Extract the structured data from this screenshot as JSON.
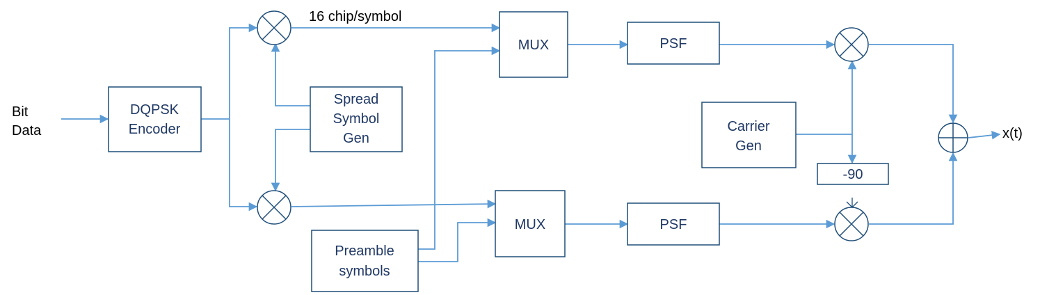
{
  "input_label": [
    "Bit",
    "Data"
  ],
  "output_label": "x(t)",
  "chip_rate_label": "16 chip/symbol",
  "blocks": {
    "dqpsk": [
      "DQPSK",
      "Encoder"
    ],
    "spread": [
      "Spread",
      "Symbol",
      "Gen"
    ],
    "preamble": [
      "Preamble",
      "symbols"
    ],
    "mux_top": [
      "MUX"
    ],
    "mux_bottom": [
      "MUX"
    ],
    "psf_top": [
      "PSF"
    ],
    "psf_bottom": [
      "PSF"
    ],
    "carrier": [
      "Carrier",
      "Gen"
    ],
    "phase_shift": [
      "-90"
    ]
  },
  "colors": {
    "wire": "#5b9bd5",
    "block_border": "#1f4e79",
    "block_text": "#1f3864"
  }
}
